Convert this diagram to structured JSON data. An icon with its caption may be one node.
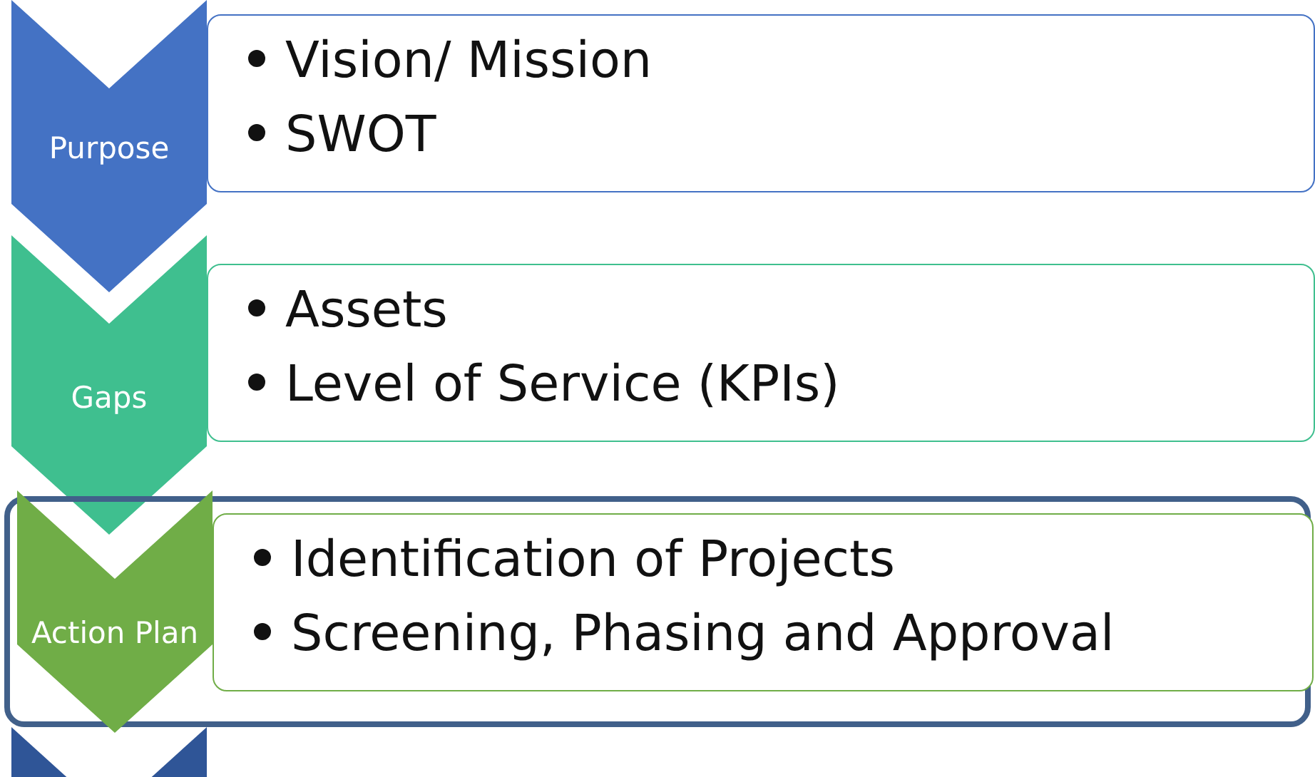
{
  "diagram": {
    "nodes": [
      {
        "text": [
          "Purpose"
        ]
      },
      {
        "text": [
          "Vision/ Mission",
          "SWOT"
        ]
      },
      {
        "text": [
          "Gaps"
        ]
      },
      {
        "text": [
          "Assets",
          "Level of Service (KPIs)"
        ]
      },
      {
        "text": [],
        "shape": "box"
      },
      {
        "text": [
          "Action Plan"
        ],
        "in": 4
      },
      {
        "text": [
          "Identification of Projects",
          "Screening, Phasing and Approval"
        ],
        "in": 4
      },
      {
        "text": [],
        "shape": "chevron"
      }
    ]
  }
}
